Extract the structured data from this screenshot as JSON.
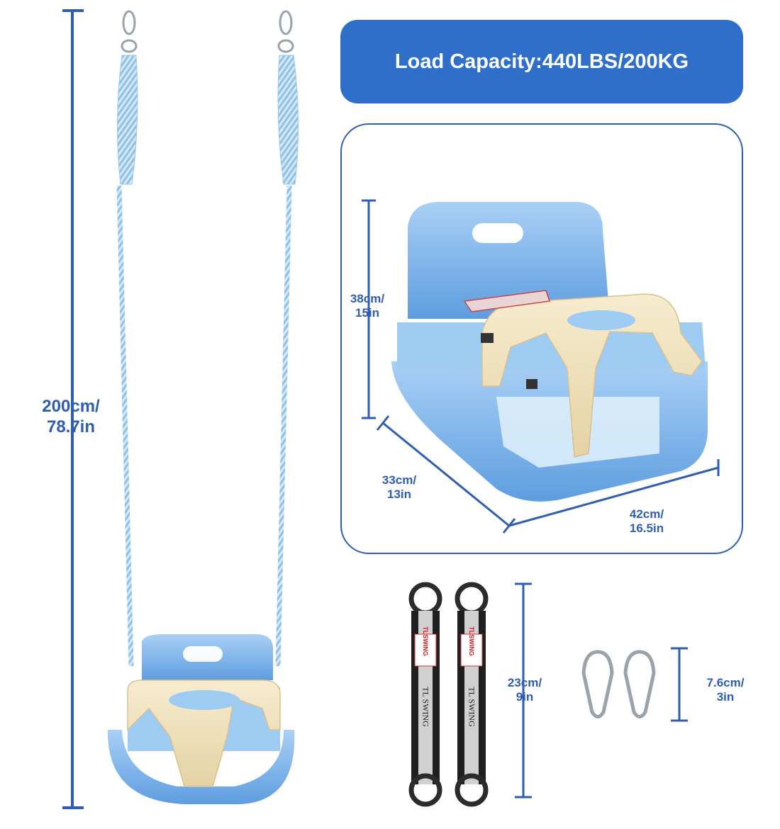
{
  "banner": {
    "text": "Load Capacity:440LBS/200KG"
  },
  "dimensions": {
    "total_length": {
      "line1": "200cm/",
      "line2": "78.7in"
    },
    "seat_height": {
      "line1": "38cm/",
      "line2": "15in"
    },
    "seat_depth": {
      "line1": "33cm/",
      "line2": "13in"
    },
    "seat_width": {
      "line1": "42cm/",
      "line2": "16.5in"
    },
    "strap_length": {
      "line1": "23cm/",
      "line2": "9in"
    },
    "carabiner_length": {
      "line1": "7.6cm/",
      "line2": "3in"
    }
  },
  "straps": {
    "brand": "TLSWING",
    "print": "TL SWING"
  },
  "colors": {
    "accent": "#2f5db0",
    "banner": "#2f6fc9",
    "seat_blue": "#8ec0ef",
    "seat_dark_blue": "#5e9de0",
    "bar_beige": "#f0e0b8",
    "rope": "#b9d9f2"
  }
}
